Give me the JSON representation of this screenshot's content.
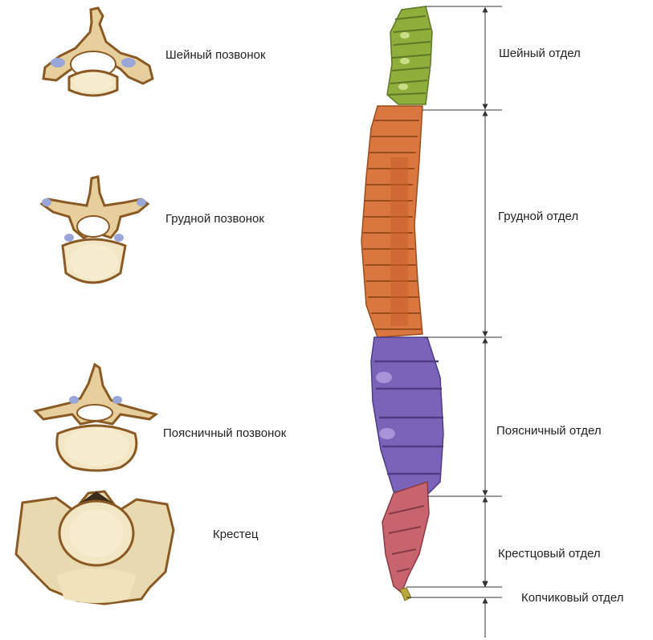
{
  "vertebrae": {
    "cervical_label": "Шейный позвонок",
    "thoracic_label": "Грудной позвонок",
    "lumbar_label": "Поясничный позвонок",
    "sacrum_label": "Крестец"
  },
  "spine_sections": {
    "cervical_label": "Шейный отдел",
    "thoracic_label": "Грудной отдел",
    "lumbar_label": "Поясничный отдел",
    "sacral_label": "Крестцовый отдел",
    "coccyx_label": "Копчиковый отдел"
  },
  "colors": {
    "cervical": "#8fae3b",
    "thoracic": "#d9773f",
    "lumbar": "#7a63b8",
    "sacral": "#c8646e",
    "coccyx": "#b9a93c",
    "bone": "#f3e6c4",
    "bone_dark": "#8a5a24",
    "cartilage": "#9aa6d8",
    "dimension_line": "#333333"
  }
}
